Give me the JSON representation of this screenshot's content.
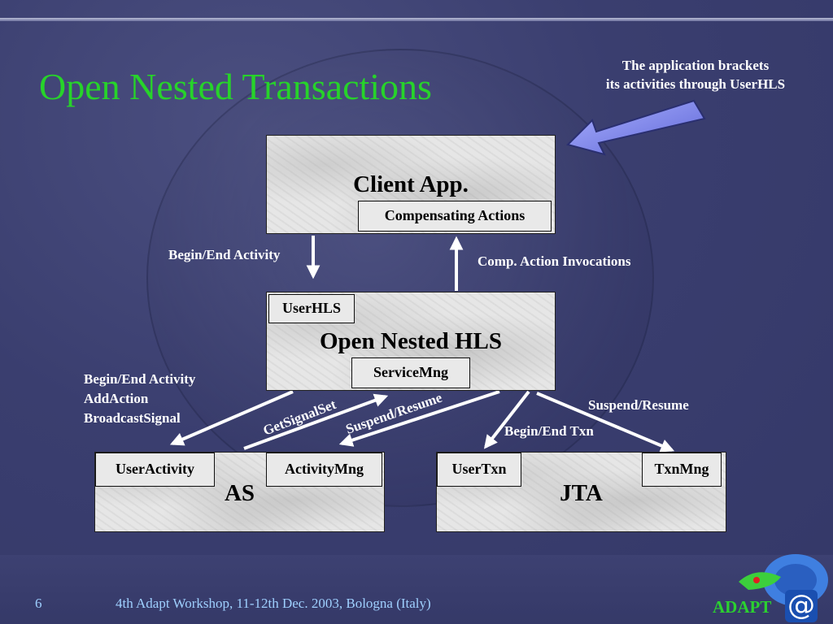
{
  "slide": {
    "title": "Open Nested Transactions",
    "note_lines": [
      "The application brackets",
      "its activities through UserHLS"
    ],
    "page_number": "6",
    "footer": "4th Adapt Workshop, 11-12th Dec. 2003,  Bologna (Italy)",
    "logo_text": "ADAPT",
    "logo_symbol": "@"
  },
  "boxes": {
    "client": {
      "title": "Client App.",
      "inner": "Compensating Actions"
    },
    "hls": {
      "title": "Open Nested HLS",
      "inner_top": "UserHLS",
      "inner_bottom": "ServiceMng"
    },
    "as": {
      "title": "AS",
      "inner_left": "UserActivity",
      "inner_right": "ActivityMng"
    },
    "jta": {
      "title": "JTA",
      "inner_left": "UserTxn",
      "inner_right": "TxnMng"
    }
  },
  "edges": {
    "client_to_hls": "Begin/End Activity",
    "hls_to_client": "Comp. Action Invocations",
    "hls_to_as_lines": [
      "Begin/End Activity",
      "AddAction",
      "BroadcastSignal"
    ],
    "as_to_hls": "GetSignalSet",
    "hls_to_activitymng": "Suspend/Resume",
    "hls_to_usertxn": "Begin/End Txn",
    "hls_to_txnmng": "Suspend/Resume"
  },
  "colors": {
    "background": "#3a3f72",
    "title": "#27d32a",
    "note_arrow": "#7b83e6",
    "footer": "#9fd0ff"
  }
}
